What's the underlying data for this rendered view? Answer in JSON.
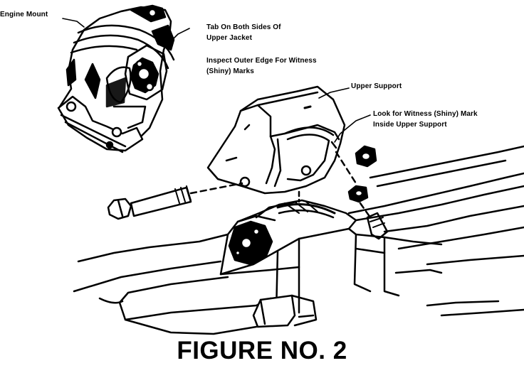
{
  "labels": {
    "engine_mount": "Engine Mount",
    "tab_line1": "Tab On Both Sides Of",
    "tab_line2": "Upper Jacket",
    "inspect_line1": "Inspect Outer Edge For Witness",
    "inspect_line2": "(Shiny) Marks",
    "upper_support": "Upper Support",
    "look_line1": "Look for Witness (Shiny) Mark",
    "look_line2": "Inside Upper Support"
  },
  "caption": "FIGURE NO. 2",
  "colors": {
    "ink": "#000000",
    "paper": "#ffffff"
  }
}
